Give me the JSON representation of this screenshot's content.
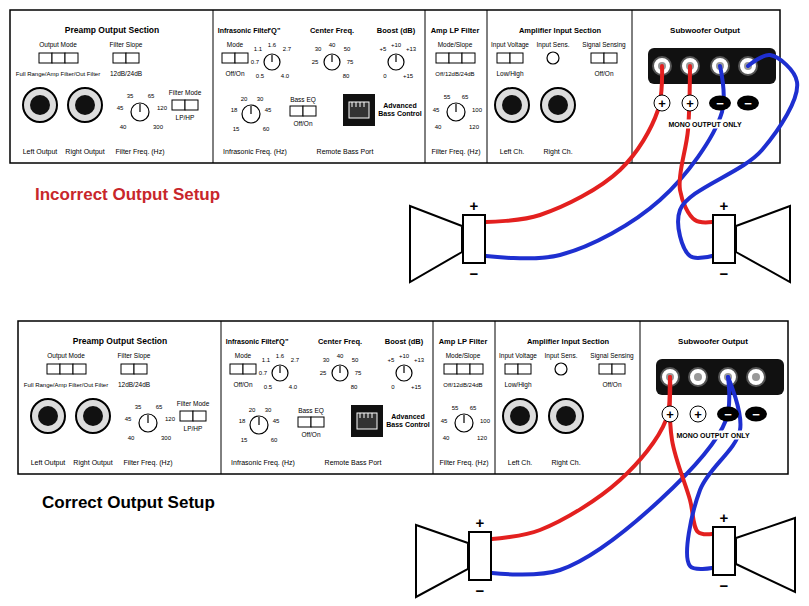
{
  "diagram": {
    "nodes": [
      {
        "text": [
          "Subwoofer Output",
          "+",
          "+",
          "−",
          "−",
          "MONO OUTPUT ONLY"
        ]
      },
      {
        "text": [
          "+",
          "−"
        ]
      },
      {
        "text": [
          "+",
          "−"
        ]
      },
      {
        "text": [
          "Subwoofer Output",
          "+",
          "+",
          "−",
          "−",
          "MONO OUTPUT ONLY"
        ]
      },
      {
        "text": [
          "+",
          "−"
        ]
      },
      {
        "text": [
          "+",
          "−"
        ]
      }
    ],
    "edges": [
      {
        "from": 0,
        "to": 1,
        "arrow": "none"
      },
      {
        "from": 0,
        "to": 1,
        "arrow": "none"
      },
      {
        "from": 0,
        "to": 2,
        "arrow": "none"
      },
      {
        "from": 0,
        "to": 2,
        "arrow": "none"
      },
      {
        "from": 3,
        "to": 4,
        "arrow": "none"
      },
      {
        "from": 3,
        "to": 4,
        "arrow": "none"
      },
      {
        "from": 3,
        "to": 5,
        "arrow": "none"
      },
      {
        "from": 3,
        "to": 5,
        "arrow": "none"
      }
    ],
    "labels": [
      "Preamp Output Section",
      "Output Mode",
      "Full Range/Amp Filter/Out Filter",
      "Filter Slope",
      "12dB/24dB",
      "Filter Mode",
      "LP/HP",
      "Left Output",
      "Right Output",
      "35",
      "65",
      "45",
      "120",
      "40",
      "300",
      "Filter Freq. (Hz)",
      "Infrasonic Filter",
      "Mode",
      "Off/On",
      "20",
      "30",
      "18",
      "45",
      "15",
      "60",
      "Infrasonic Freq. (Hz)",
      "\"Q\"",
      "1.6",
      "1.1",
      "2.7",
      "0.7",
      "0.5",
      "4.0",
      "Center Freq.",
      "40",
      "30",
      "50",
      "25",
      "75",
      "80",
      "Boost (dB)",
      "+10",
      "+5",
      "+13",
      "0",
      "+15",
      "Bass EQ",
      "Off/On",
      "Advanced Bass Control",
      "Remote Bass Port",
      "Amp LP Filter",
      "Mode/Slope",
      "Off/12dB/24dB",
      "55",
      "65",
      "45",
      "100",
      "40",
      "120",
      "Filter Freq. (Hz)",
      "Amplifier Input Section",
      "Input Voltage",
      "Low/High",
      "Input Sens.",
      "Signal Sensing",
      "Off/On",
      "Left Ch.",
      "Right Ch.",
      "Incorrect Output Setup",
      "Preamp Output Section",
      "Output Mode",
      "Full Range/Amp Filter/Out Filter",
      "Filter Slope",
      "12dB/24dB",
      "Filter Mode",
      "LP/HP",
      "Left Output",
      "Right Output",
      "35",
      "65",
      "45",
      "120",
      "40",
      "300",
      "Filter Freq. (Hz)",
      "Infrasonic Filter",
      "Mode",
      "Off/On",
      "20",
      "30",
      "18",
      "45",
      "15",
      "60",
      "Infrasonic Freq. (Hz)",
      "\"Q\"",
      "1.6",
      "1.1",
      "2.7",
      "0.7",
      "0.5",
      "4.0",
      "Center Freq.",
      "40",
      "30",
      "50",
      "25",
      "75",
      "80",
      "Boost (dB)",
      "+10",
      "+5",
      "+13",
      "0",
      "+15",
      "Bass EQ",
      "Off/On",
      "Advanced Bass Control",
      "Remote Bass Port",
      "Amp LP Filter",
      "Mode/Slope",
      "Off/12dB/24dB",
      "55",
      "65",
      "45",
      "100",
      "40",
      "120",
      "Filter Freq. (Hz)",
      "Amplifier Input Section",
      "Input Voltage",
      "Low/High",
      "Input Sens.",
      "Signal Sensing",
      "Off/On",
      "Left Ch.",
      "Right Ch.",
      "Correct Output Setup"
    ]
  }
}
